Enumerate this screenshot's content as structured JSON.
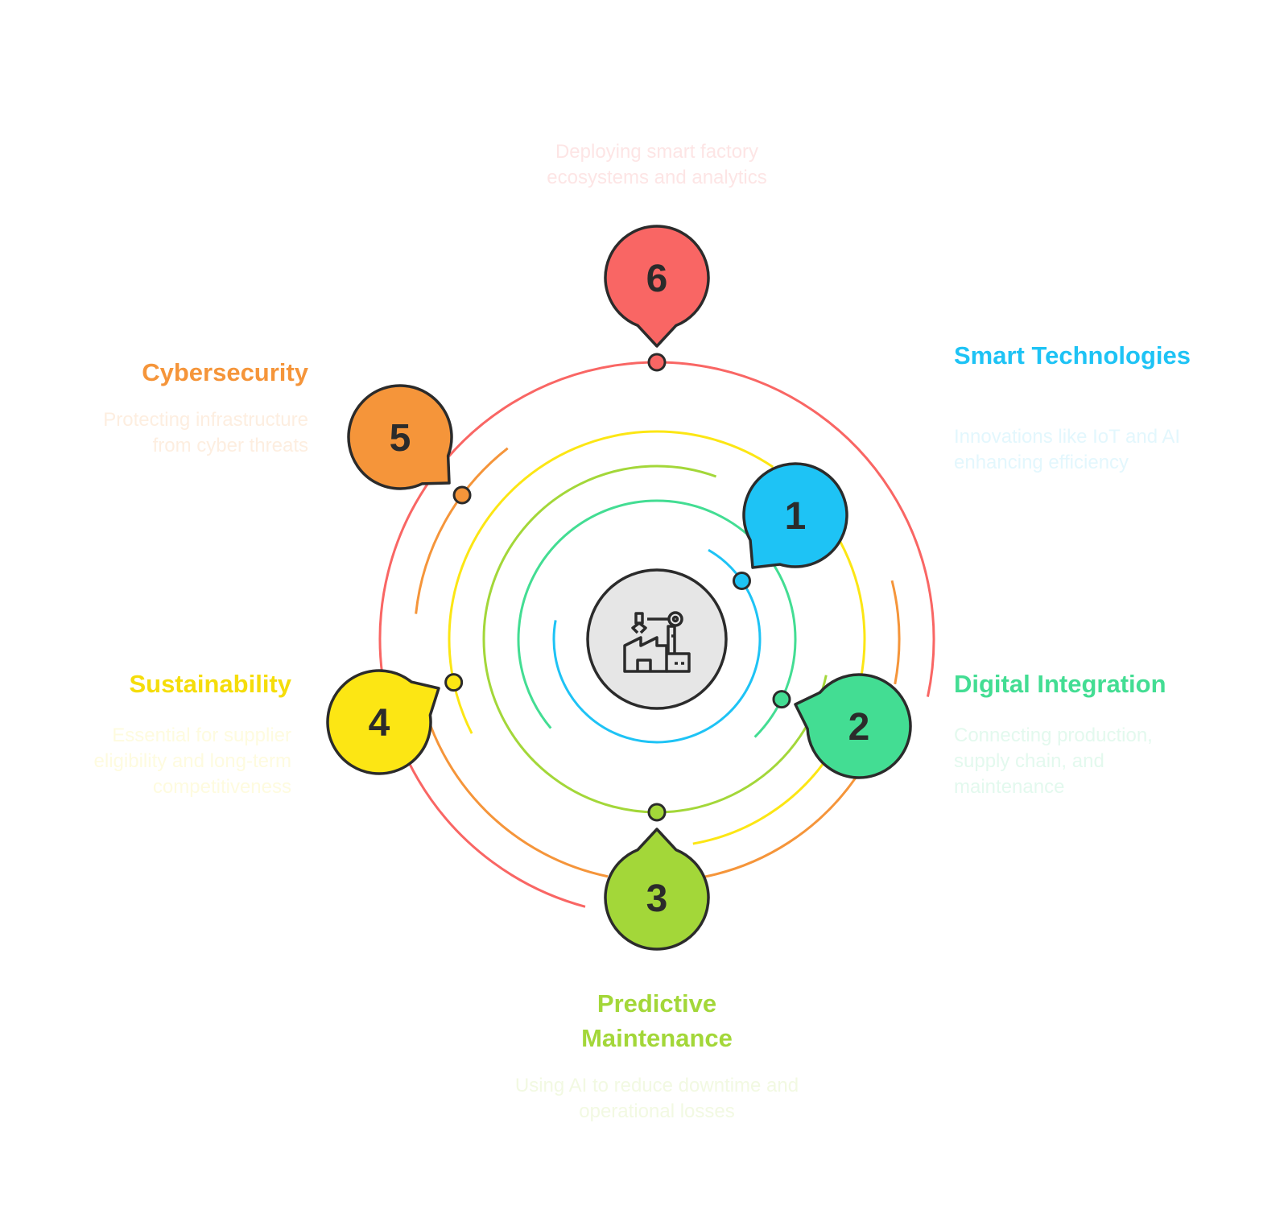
{
  "center_icon": "factory-robot-arm-icon",
  "stroke_color": "#2b2b2b",
  "items": [
    {
      "number": "1",
      "title": "Smart Technologies",
      "description": "Innovations like IoT and AI enhancing efficiency",
      "color": "#1ec3f5",
      "text_color": "#1ec3f5",
      "desc_color": "#e3f7fd"
    },
    {
      "number": "2",
      "title": "Digital Integration",
      "description": "Connecting production, supply chain, and maintenance",
      "color": "#43dd93",
      "text_color": "#43dd93",
      "desc_color": "#e3f9ee"
    },
    {
      "number": "3",
      "title": "Predictive Maintenance",
      "description": "Using AI to reduce downtime and operational losses",
      "color": "#a3d739",
      "text_color": "#a3d739",
      "desc_color": "#f2f9e2"
    },
    {
      "number": "4",
      "title": "Sustainability",
      "description": "Essential for supplier eligibility and long-term competitiveness",
      "color": "#fce614",
      "text_color": "#f5dd0a",
      "desc_color": "#fefbdf"
    },
    {
      "number": "5",
      "title": "Cybersecurity",
      "description": "Protecting infrastructure from cyber threats",
      "color": "#f5953a",
      "text_color": "#f5953a",
      "desc_color": "#fdeee0"
    },
    {
      "number": "6",
      "title": "",
      "description": "Deploying smart factory ecosystems and analytics",
      "color": "#f96664",
      "text_color": "#f96664",
      "desc_color": "#fde5e5"
    }
  ]
}
